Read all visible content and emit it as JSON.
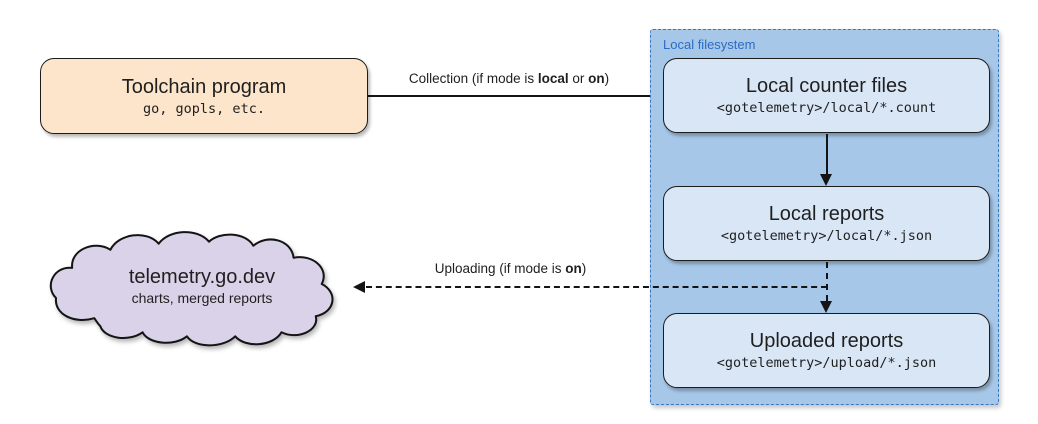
{
  "diagram": {
    "toolchain": {
      "title": "Toolchain program",
      "subtitle": "go, gopls, etc."
    },
    "cloud": {
      "title": "telemetry.go.dev",
      "subtitle": "charts, merged reports"
    },
    "filesystem": {
      "label": "Local filesystem",
      "boxes": [
        {
          "title": "Local counter files",
          "subtitle": "<gotelemetry>/local/*.count"
        },
        {
          "title": "Local reports",
          "subtitle": "<gotelemetry>/local/*.json"
        },
        {
          "title": "Uploaded reports",
          "subtitle": "<gotelemetry>/upload/*.json"
        }
      ]
    },
    "arrows": {
      "collection": {
        "prefix": "Collection (if mode is ",
        "bold1": "local",
        "mid": " or ",
        "bold2": "on",
        "suffix": ")"
      },
      "uploading": {
        "prefix": "Uploading (if mode is ",
        "bold1": "on",
        "suffix": ")"
      }
    },
    "colors": {
      "toolchain_fill": "#fce5cb",
      "container_fill": "#a7c7e8",
      "container_border": "#3b76c0",
      "container_label": "#2b6cc4",
      "inner_fill": "#d9e6f6",
      "cloud_fill": "#d9d2e9",
      "stroke": "#141414"
    }
  }
}
